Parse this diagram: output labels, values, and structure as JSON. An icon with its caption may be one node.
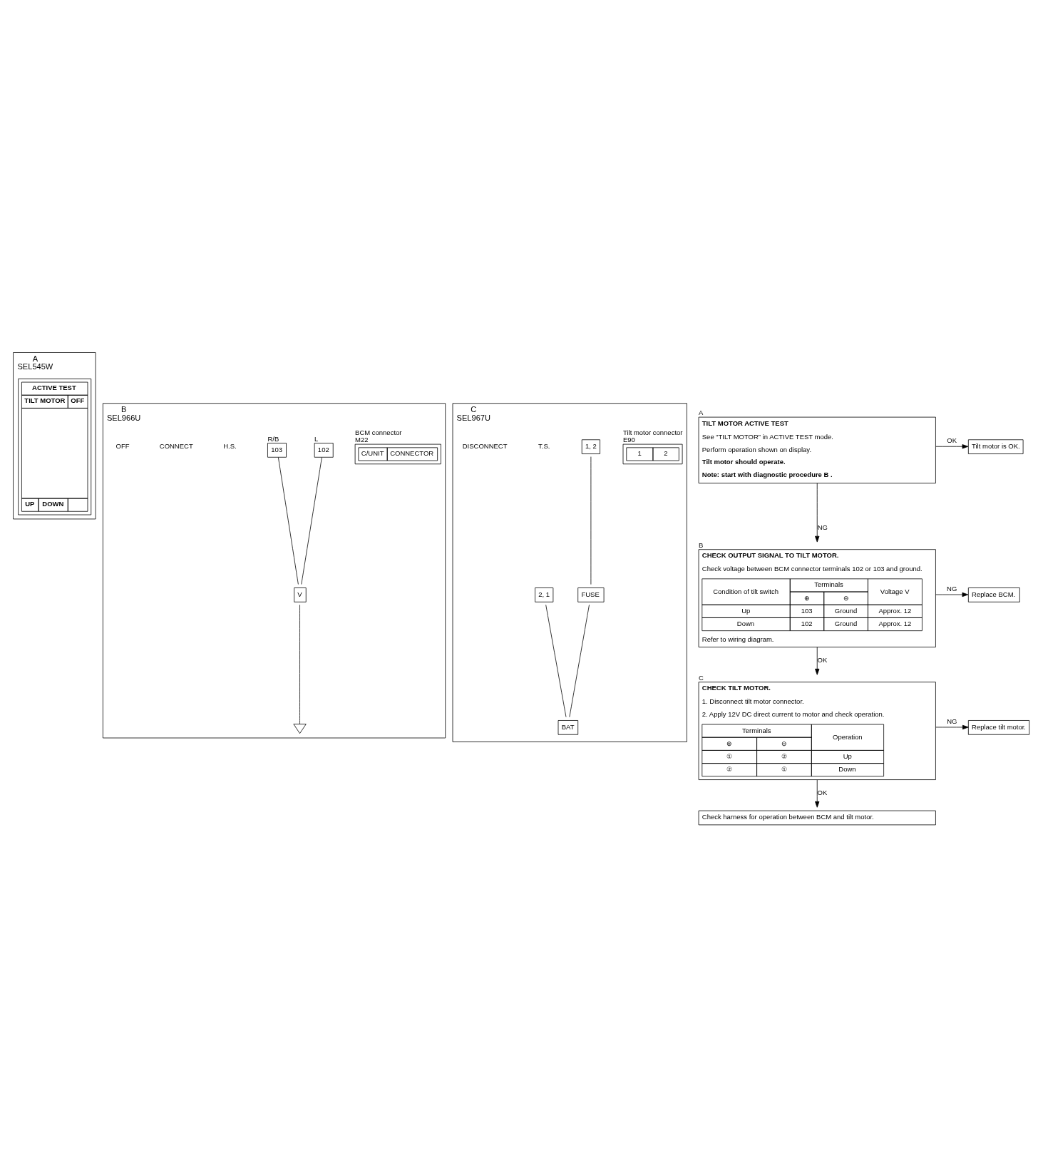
{
  "diagram": {
    "nodes": [
      {
        "text": [
          "A",
          "SEL545W"
        ]
      },
      {
        "text": [
          "ACTIVE TEST",
          "TILT MOTOR",
          "OFF",
          "UP",
          "DOWN"
        ],
        "in": 0
      },
      {
        "text": [
          "B",
          "SEL966U"
        ]
      },
      {
        "text": [
          "C/UNIT",
          "CONNECTOR"
        ],
        "in": 2,
        "beside": [
          "BCM connector",
          "M22"
        ]
      },
      {
        "text": [
          "102"
        ],
        "in": 2,
        "beside": [
          "L"
        ]
      },
      {
        "text": [
          "103"
        ],
        "in": 2,
        "beside": [
          "R/B"
        ]
      },
      {
        "text": [
          "V"
        ],
        "in": 2
      },
      {
        "text": [],
        "shape": "triangle",
        "in": 2
      },
      {
        "text": [
          "C",
          "SEL967U"
        ]
      },
      {
        "text": [
          "1",
          "2"
        ],
        "in": 8,
        "beside": [
          "Tilt motor connector",
          "E90"
        ]
      },
      {
        "text": [
          "1, 2"
        ],
        "in": 8
      },
      {
        "text": [
          "2, 1"
        ],
        "in": 8
      },
      {
        "text": [
          "FUSE"
        ],
        "in": 8
      },
      {
        "text": [
          "BAT"
        ],
        "in": 8
      },
      {
        "text": [
          "TILT MOTOR ACTIVE TEST",
          "See “TILT MOTOR” in ACTIVE TEST mode.",
          "Perform operation shown on display.",
          "Tilt motor should operate.",
          "Note: start with diagnostic procedure B ."
        ],
        "beside": [
          "A"
        ]
      },
      {
        "text": [
          "Tilt motor is OK."
        ]
      },
      {
        "text": [
          "CHECK OUTPUT SIGNAL TO TILT MOTOR.",
          "Check voltage between BCM connector terminals 102 or 103 and ground.",
          "Condition of tilt switch",
          "Terminals",
          "Voltage V",
          "⊕",
          "⊖",
          "Up",
          "103",
          "Ground",
          "Approx. 12",
          "Down",
          "102",
          "Ground",
          "Approx. 12",
          "Refer to wiring diagram."
        ],
        "beside": [
          "B"
        ]
      },
      {
        "text": [
          "Replace BCM."
        ]
      },
      {
        "text": [
          "CHECK TILT MOTOR.",
          "1. Disconnect tilt motor connector.",
          "2. Apply 12V DC direct current to motor and check operation.",
          "Terminals",
          "Operation",
          "⊕",
          "⊖",
          "①",
          "②",
          "Up",
          "②",
          "①",
          "Down"
        ],
        "beside": [
          "C"
        ]
      },
      {
        "text": [
          "Replace tilt motor."
        ]
      },
      {
        "text": [
          "Check harness for operation between BCM and tilt motor."
        ]
      }
    ],
    "edges": [
      {
        "from": 4,
        "to": 6,
        "arrow": "none"
      },
      {
        "from": 5,
        "to": 6,
        "arrow": "none"
      },
      {
        "from": 6,
        "to": 7,
        "arrow": "none"
      },
      {
        "from": 10,
        "to": 12,
        "arrow": "none"
      },
      {
        "from": 12,
        "to": 13,
        "arrow": "none"
      },
      {
        "from": 11,
        "to": 13,
        "arrow": "none"
      },
      {
        "from": 14,
        "to": 15,
        "label": "OK",
        "arrow": "to"
      },
      {
        "from": 14,
        "to": 16,
        "label": "NG",
        "arrow": "to"
      },
      {
        "from": 16,
        "to": 17,
        "label": "NG",
        "arrow": "to"
      },
      {
        "from": 16,
        "to": 18,
        "label": "OK",
        "arrow": "to"
      },
      {
        "from": 18,
        "to": 19,
        "label": "NG",
        "arrow": "to"
      },
      {
        "from": 18,
        "to": 20,
        "label": "OK",
        "arrow": "to"
      }
    ],
    "labels": [
      "H.S.",
      "CONNECT",
      "OFF",
      "T.S.",
      "DISCONNECT"
    ]
  }
}
